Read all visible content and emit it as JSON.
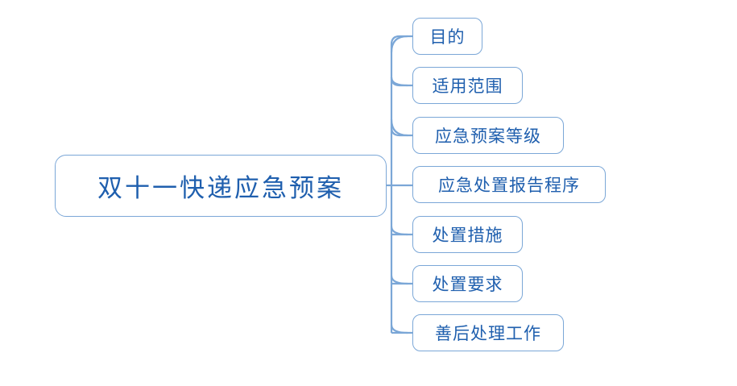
{
  "diagram": {
    "type": "mind-map",
    "background_color": "#FFFFFF",
    "node_border_color": "#7BA7D7",
    "node_text_color": "#1F5FAE",
    "connector_color": "#7BA7D7",
    "root": {
      "label": "双十一快递应急预案"
    },
    "children": [
      {
        "label": "目的"
      },
      {
        "label": "适用范围"
      },
      {
        "label": "应急预案等级"
      },
      {
        "label": "应急处置报告程序"
      },
      {
        "label": "处置措施"
      },
      {
        "label": "处置要求"
      },
      {
        "label": "善后处理工作"
      }
    ]
  }
}
